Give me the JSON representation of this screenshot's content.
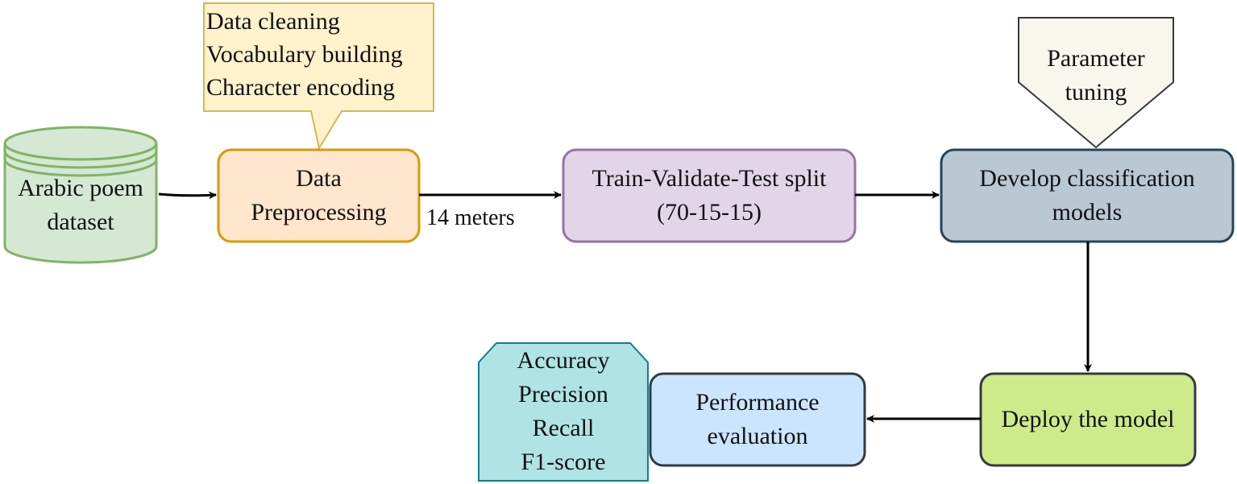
{
  "nodes": {
    "dataset": {
      "lines": [
        "Arabic poem",
        "dataset"
      ]
    },
    "preprocessing": {
      "lines": [
        "Data",
        "Preprocessing"
      ]
    },
    "preprocessing_note": {
      "lines": [
        "Data cleaning",
        "Vocabulary building",
        "Character encoding"
      ]
    },
    "split": {
      "lines": [
        "Train-Validate-Test split",
        "(70-15-15)"
      ]
    },
    "develop": {
      "lines": [
        "Develop classification",
        "models"
      ]
    },
    "tuning": {
      "lines": [
        "Parameter",
        "tuning"
      ]
    },
    "deploy": {
      "lines": [
        "Deploy the model"
      ]
    },
    "evaluation": {
      "lines": [
        "Performance",
        "evaluation"
      ]
    },
    "metrics": {
      "lines": [
        "Accuracy",
        "Precision",
        "Recall",
        "F1-score"
      ]
    }
  },
  "edges": {
    "preprocessing_to_split_label": "14 meters"
  },
  "colors": {
    "dataset_fill": "#d5e8d4",
    "dataset_stroke": "#82b366",
    "preprocessing_fill": "#ffe6cc",
    "preprocessing_stroke": "#d79b00",
    "note_fill": "#fff2cc",
    "note_stroke": "#d6b656",
    "split_fill": "#e1d5e7",
    "split_stroke": "#9673a6",
    "develop_fill": "#bac8d3",
    "develop_stroke": "#23445d",
    "tuning_fill": "#f9f7ed",
    "tuning_stroke": "#36393d",
    "deploy_fill": "#cdeb8b",
    "deploy_stroke": "#36393d",
    "evaluation_fill": "#cce5ff",
    "evaluation_stroke": "#36393d",
    "metrics_fill": "#b0e3e6",
    "metrics_stroke": "#0e8088",
    "arrow": "#000000"
  }
}
